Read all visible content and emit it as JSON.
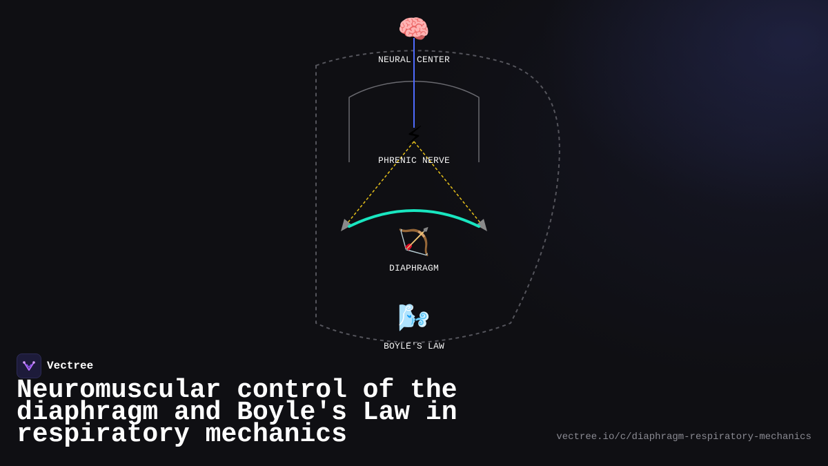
{
  "brand": {
    "name": "Vectree"
  },
  "title": "Neuromuscular control of the diaphragm and Boyle's Law in respiratory mechanics",
  "url": "vectree.io/c/diaphragm-respiratory-mechanics",
  "nodes": [
    {
      "id": "neural-center",
      "label": "NEURAL CENTER",
      "icon": "brain-icon",
      "glyph": "🧠"
    },
    {
      "id": "phrenic-nerve",
      "label": "PHRENIC NERVE",
      "icon": "lightning-icon",
      "glyph": "⚡"
    },
    {
      "id": "diaphragm",
      "label": "DIAPHRAGM",
      "icon": "bow-and-arrow-icon",
      "glyph": "🏹"
    },
    {
      "id": "boyles-law",
      "label": "BOYLE'S LAW",
      "icon": "wind-face-icon",
      "glyph": "🌬️"
    }
  ],
  "colors": {
    "background": "#0f0f13",
    "neural_line": "#4f6bff",
    "nerve_branch": "#e8c21a",
    "diaphragm_arc": "#19e6c0",
    "arrowhead": "#8a8a8a",
    "outline": "#55555c",
    "text": "#f2f2f2",
    "url_text": "#8a8a92"
  }
}
